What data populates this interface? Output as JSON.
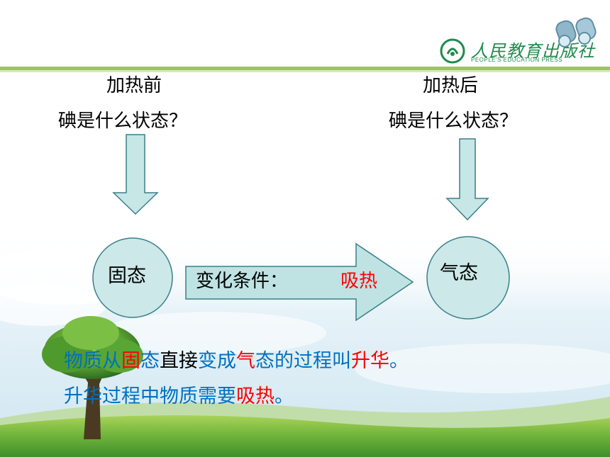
{
  "logo": {
    "name_text": "人民教育出版社",
    "subtitle": "PEOPLE'S EDUCATION PRESS"
  },
  "colors": {
    "header_green": "#9cc65a",
    "shape_fill": "#cce8e8",
    "shape_stroke": "#3a7f8a",
    "arrow_fill": "#bfe3e3",
    "highlight_red": "#ff0000",
    "text_blue": "#0070c0"
  },
  "before": {
    "line1": "加热前",
    "line2": "碘是什么状态？"
  },
  "after": {
    "line1": "加热后",
    "line2": "碘是什么状态？"
  },
  "states": {
    "solid": "固态",
    "gas": "气态"
  },
  "condition": {
    "label": "变化条件：",
    "value": "吸热"
  },
  "summary": {
    "line1": [
      {
        "text": "物质从",
        "color": "blue"
      },
      {
        "text": "固",
        "color": "red"
      },
      {
        "text": "态",
        "color": "blue"
      },
      {
        "text": "直接",
        "color": "black"
      },
      {
        "text": "变成",
        "color": "blue"
      },
      {
        "text": "气",
        "color": "red"
      },
      {
        "text": "态",
        "color": "blue"
      },
      {
        "text": "的过程叫",
        "color": "blue"
      },
      {
        "text": "升华",
        "color": "red"
      },
      {
        "text": "。",
        "color": "blue"
      }
    ],
    "line2": [
      {
        "text": "升华过程中物质需要",
        "color": "blue"
      },
      {
        "text": "吸热",
        "color": "red"
      },
      {
        "text": "。",
        "color": "blue"
      }
    ]
  }
}
